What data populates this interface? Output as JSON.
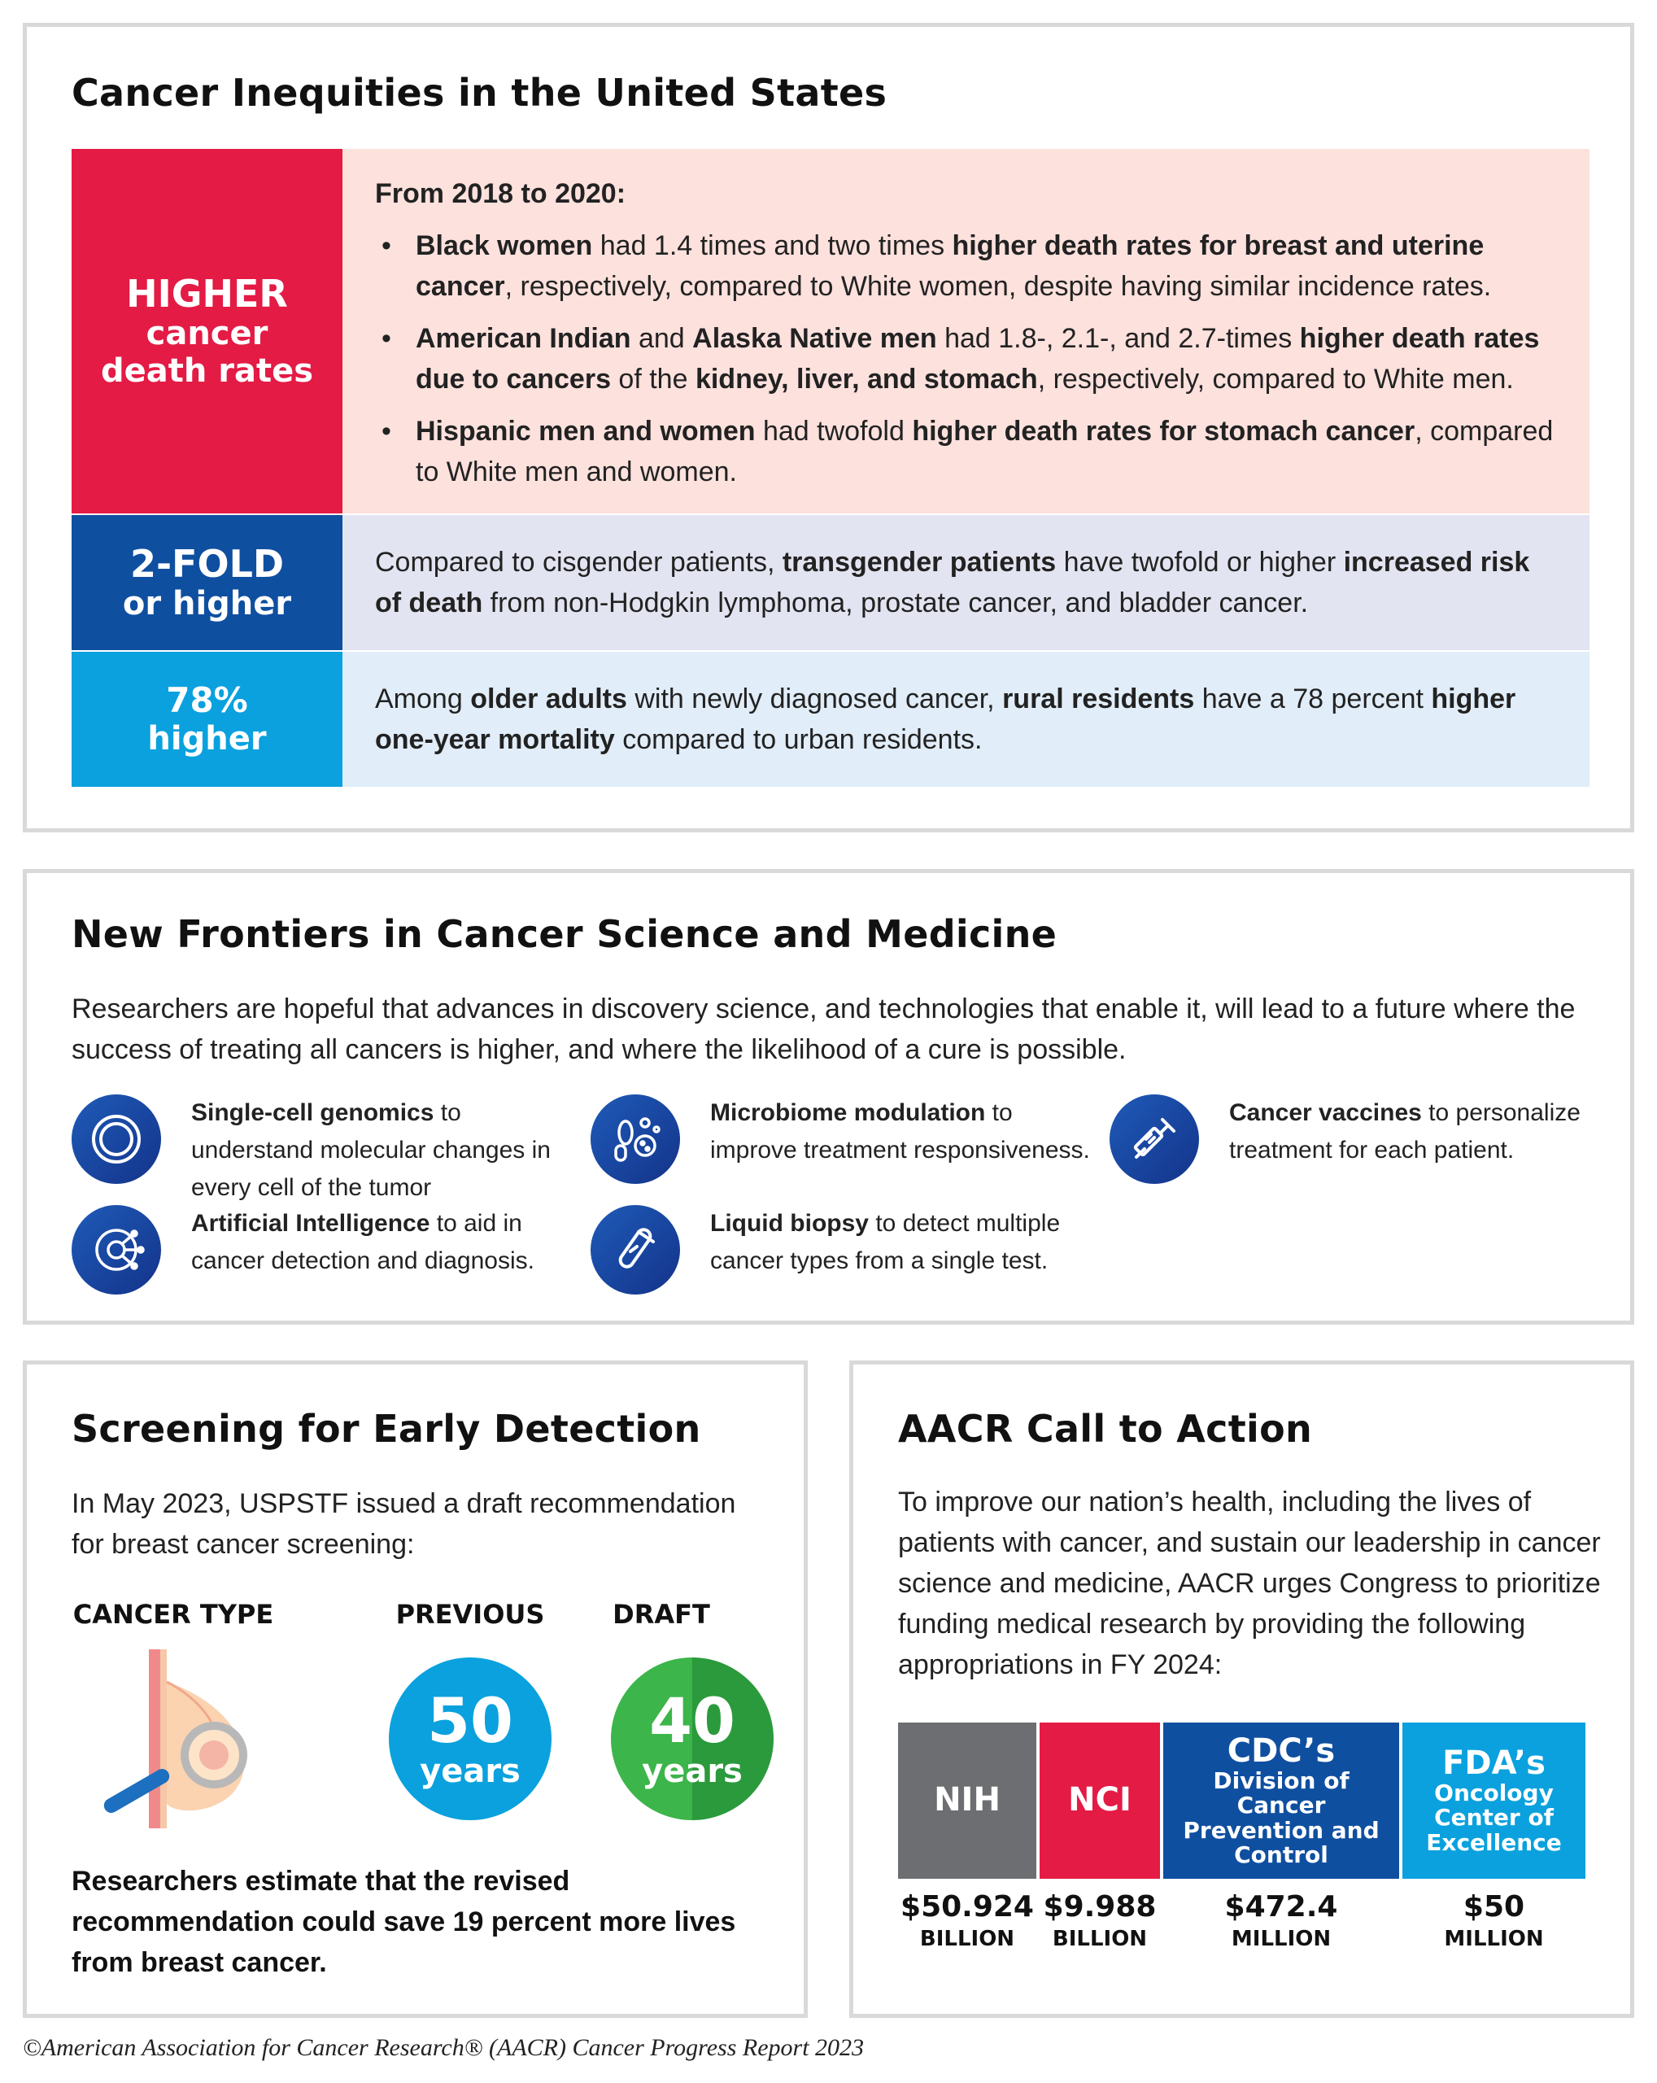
{
  "sections": {
    "inequities": {
      "title": "Cancer Inequities in the United States",
      "rows": [
        {
          "label_big": "HIGHER",
          "label_small_1": "cancer",
          "label_small_2": "death rates",
          "intro": "From 2018 to 2020:",
          "bullets": [
            "Black women had 1.4 times and two times higher death rates for breast and uterine cancer, respectively, compared to White women, despite having similar incidence rates.",
            "American Indian and Alaska Native men had 1.8-, 2.1-, and 2.7-times higher death rates due to cancers of the kidney, liver, and stomach, respectively, compared to White men.",
            "Hispanic men and women had twofold higher death rates for stomach cancer, compared to White men and women."
          ]
        },
        {
          "label_big": "2-FOLD",
          "label_small": "or higher",
          "text": "Compared to cisgender patients, transgender patients have twofold or higher increased risk of death from non-Hodgkin lymphoma, prostate cancer, and bladder cancer."
        },
        {
          "label_big": "78%",
          "label_small": "higher",
          "text": "Among older adults with newly diagnosed cancer, rural residents have a 78 percent higher one-year mortality compared to urban residents."
        }
      ],
      "colors": {
        "red": "#e31b45",
        "navy": "#0f4fa0",
        "cyan": "#0aa1de"
      }
    },
    "frontiers": {
      "title": "New Frontiers in Cancer Science and Medicine",
      "intro": "Researchers are hopeful that advances in discovery science, and technologies that enable it, will lead to a future where the success of treating all cancers is higher, and where the likelihood of a cure is possible.",
      "items": [
        {
          "icon": "single-cell-icon",
          "bold": "Single-cell genomics",
          "rest": " to understand molecular changes in every cell of the tumor"
        },
        {
          "icon": "microbiome-icon",
          "bold": "Microbiome modulation",
          "rest": " to improve treatment responsiveness."
        },
        {
          "icon": "vaccine-syringe-icon",
          "bold": "Cancer vaccines",
          "rest": " to personalize treatment for each patient."
        },
        {
          "icon": "ai-circuit-icon",
          "bold": "Artificial Intelligence",
          "rest": " to aid in cancer detection and diagnosis."
        },
        {
          "icon": "test-tube-icon",
          "bold": "Liquid biopsy",
          "rest": " to detect multiple cancer types from a single test."
        }
      ]
    },
    "screening": {
      "title": "Screening for Early Detection",
      "intro": "In May 2023, USPSTF issued a draft recommendation for breast cancer screening:",
      "col_type": "CANCER TYPE",
      "col_previous": "PREVIOUS",
      "col_draft": "DRAFT",
      "previous_value": "50",
      "previous_unit": "years",
      "draft_value": "40",
      "draft_unit": "years",
      "conclusion": "Researchers estimate that the revised recommendation could save 19 percent more lives from breast cancer.",
      "colors": {
        "previous": "#0aa1de",
        "draft": "#3cb54a"
      }
    },
    "action": {
      "title": "AACR Call to Action",
      "intro": "To improve our nation’s health, including the lives of patients with cancer, and sustain our leadership in cancer science and medicine, AACR urges Congress to prioritize funding medical research by providing the following appropriations in FY 2024:",
      "funding": [
        {
          "label": "NIH",
          "sub": "",
          "amount": "$50.924",
          "unit": "BILLION",
          "color": "#6d6e71"
        },
        {
          "label": "NCI",
          "sub": "",
          "amount": "$9.988",
          "unit": "BILLION",
          "color": "#e31b45"
        },
        {
          "label": "CDC’s",
          "sub": "Division of Cancer Prevention and Control",
          "amount": "$472.4",
          "unit": "MILLION",
          "color": "#0f4fa0"
        },
        {
          "label": "FDA’s",
          "sub": "Oncology Center of Excellence",
          "amount": "$50",
          "unit": "MILLION",
          "color": "#0aa1de"
        }
      ]
    }
  },
  "footer": "©American Association for Cancer Research® (AACR) Cancer Progress Report 2023"
}
